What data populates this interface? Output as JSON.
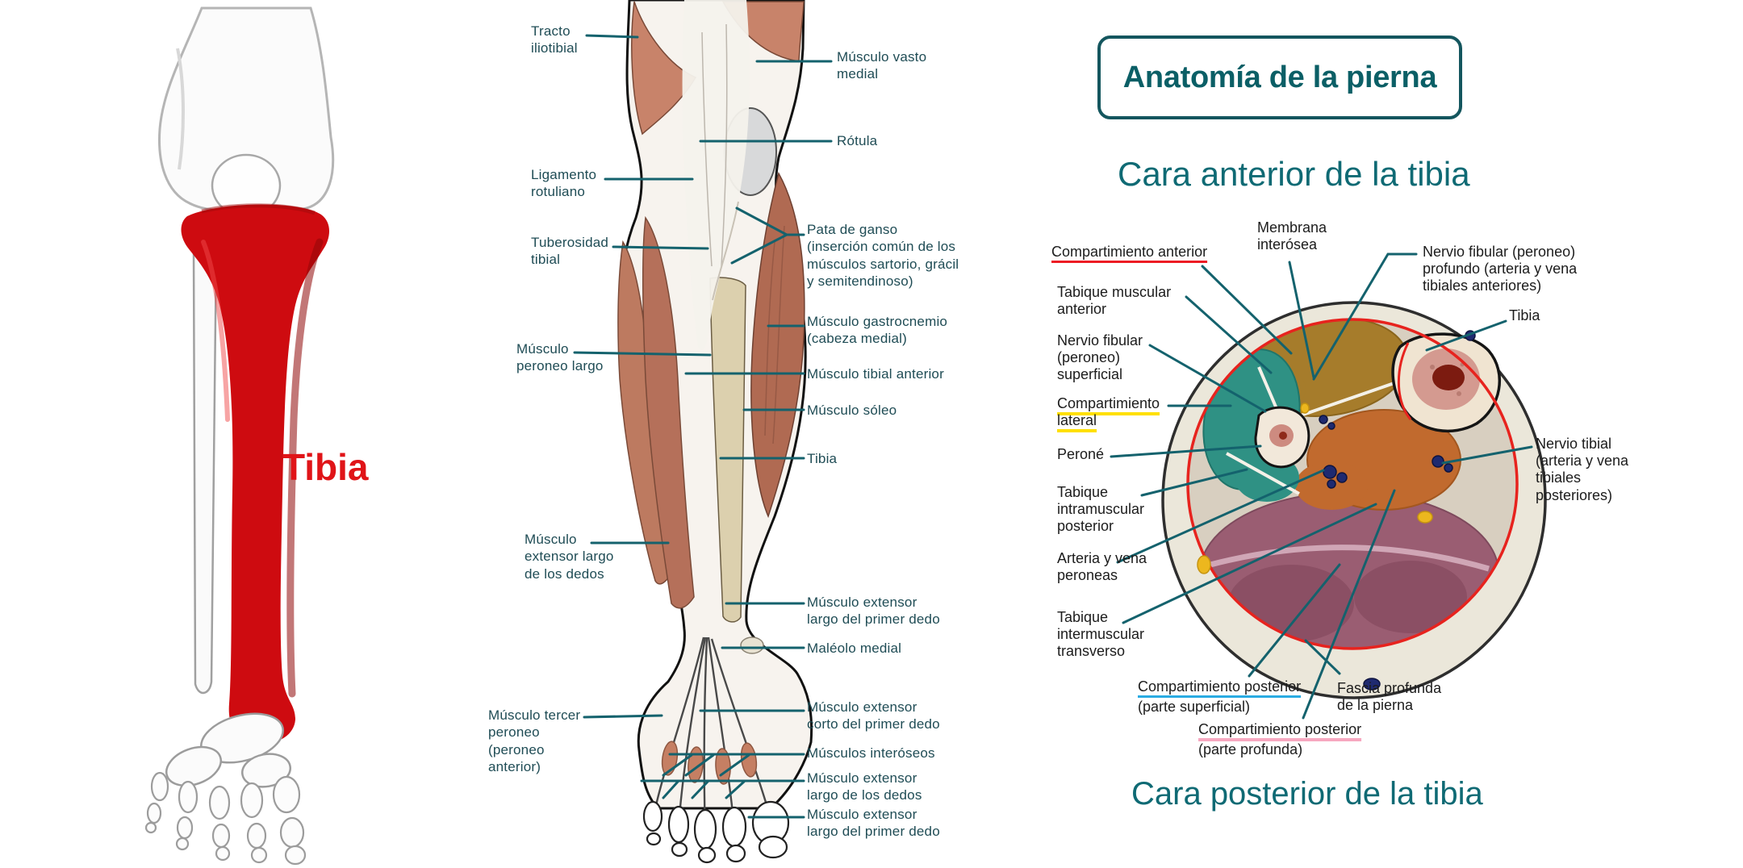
{
  "left_panel": {
    "tibia_label": "Tibia"
  },
  "middle_panel": {
    "labels": {
      "tracto_iliotibial": "Tracto iliotibial",
      "ligamento_rotuliano": "Ligamento rotuliano",
      "tuberosidad_tibial": "Tuberosidad tibial",
      "musculo_peroneo_largo": "Músculo peroneo largo",
      "musculo_extensor_largo_dedos": "Músculo extensor largo de los dedos",
      "musculo_tercer_peroneo": "Músculo tercer peroneo (peroneo anterior)",
      "musculo_vasto_medial": "Músculo vasto medial",
      "rotula": "Rótula",
      "pata_de_ganso": "Pata de ganso (inserción común de los músculos sartorio, grácil y semitendinoso)",
      "musculo_gastrocnemio": "Músculo gastrocnemio (cabeza medial)",
      "musculo_tibial_anterior": "Músculo tibial anterior",
      "musculo_soleo": "Músculo sóleo",
      "tibia": "Tibia",
      "musculo_extensor_largo_primer_dedo": "Músculo extensor largo del primer dedo",
      "maleolo_medial": "Maléolo medial",
      "musculo_extensor_corto_primer_dedo": "Músculo extensor corto del primer dedo",
      "musculos_interoseos": "Músculos interóseos",
      "musculo_extensor_largo_dedos_2": "Músculo extensor largo de los dedos",
      "musculo_extensor_largo_primer_dedo_2": "Músculo extensor largo del primer dedo"
    }
  },
  "right_panel": {
    "title": "Anatomía de la pierna",
    "subtitle_anterior": "Cara anterior de la tibia",
    "subtitle_posterior": "Cara posterior de la tibia",
    "labels": {
      "compartimiento_anterior": "Compartimiento anterior",
      "tabique_muscular_anterior": "Tabique muscular anterior",
      "membrana_interosea": "Membrana interósea",
      "nervio_fibular_profundo": "Nervio fibular (peroneo) profundo (arteria y vena tibiales anteriores)",
      "tibia": "Tibia",
      "nervio_fibular_superficial": "Nervio fibular (peroneo) superficial",
      "compartimiento_lateral": "Compartimiento lateral",
      "perone": "Peroné",
      "tabique_intramuscular_posterior": "Tabique intramuscular posterior",
      "arteria_vena_peroneas": "Arteria y vena peroneas",
      "tabique_intermuscular_transverso": "Tabique intermuscular transverso",
      "compartimiento_posterior_superficial": {
        "main": "Compartimiento posterior",
        "sub": "(parte superficial)"
      },
      "compartimiento_posterior_profunda": {
        "main": "Compartimiento posterior",
        "sub": "(parte profunda)"
      },
      "fascia_profunda": "Fascia profunda de la pierna",
      "nervio_tibial": "Nervio tibial (arteria y vena tibiales posteriores)"
    }
  },
  "colors": {
    "accent_teal_lines": "#14626d",
    "label_text_teal": "#1f4c55",
    "title_teal": "#0b5f66",
    "tibia_red": "#e01418",
    "underline_red": "#ed1c24",
    "underline_yellow": "#ffe000",
    "underline_blue": "#29abe2",
    "underline_pink": "#f7a8c0",
    "anterior_compartment": "#a67c2b",
    "lateral_compartment": "#2f9184",
    "deep_posterior_compartment": "#c16a2e",
    "superficial_posterior_compartment": "#9a5d72",
    "bone_cream": "#f0e4d1",
    "fascia_ring": "#ebe7da"
  }
}
